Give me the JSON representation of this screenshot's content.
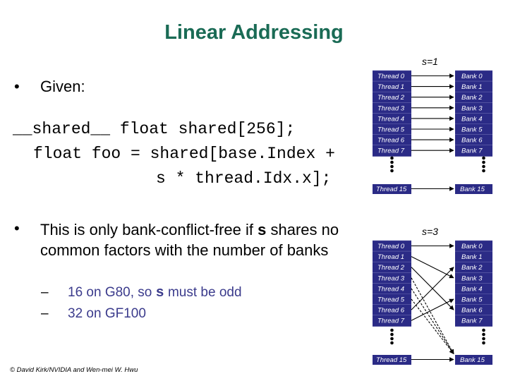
{
  "title": "Linear Addressing",
  "bullet1": {
    "marker": "•",
    "text": "Given:"
  },
  "code": {
    "line1": "__shared__ float shared[256];",
    "line2": "float foo = shared[base.Index +",
    "line3": "s * thread.Idx.x];"
  },
  "bullet2": {
    "marker": "•",
    "pre": "This is only bank-conflict-free if ",
    "var": "s",
    "post": " shares no common factors with the number of banks"
  },
  "subitems": [
    {
      "dash": "–",
      "pre": "16 on G80, so ",
      "var": "s",
      "post": " must be odd"
    },
    {
      "dash": "–",
      "text": "32 on GF100"
    }
  ],
  "credit": "© David Kirk/NVIDIA and Wen-mei W. Hwu",
  "diagrams": [
    {
      "label": "s=1",
      "threads": [
        "Thread 0",
        "Thread 1",
        "Thread 2",
        "Thread 3",
        "Thread 4",
        "Thread 5",
        "Thread 6",
        "Thread 7"
      ],
      "thread_last": "Thread 15",
      "banks": [
        "Bank 0",
        "Bank 1",
        "Bank 2",
        "Bank 3",
        "Bank 4",
        "Bank 5",
        "Bank 6",
        "Bank 7"
      ],
      "bank_last": "Bank 15",
      "stride": 1
    },
    {
      "label": "s=3",
      "threads": [
        "Thread 0",
        "Thread 1",
        "Thread 2",
        "Thread 3",
        "Thread 4",
        "Thread 5",
        "Thread 6",
        "Thread 7"
      ],
      "thread_last": "Thread 15",
      "banks": [
        "Bank 0",
        "Bank 1",
        "Bank 2",
        "Bank 3",
        "Bank 4",
        "Bank 5",
        "Bank 6",
        "Bank 7"
      ],
      "bank_last": "Bank 15",
      "stride": 3
    }
  ],
  "colors": {
    "title": "#1a6b55",
    "cell_fill": "#2b2b86",
    "text_blue": "#3b3b8c"
  }
}
